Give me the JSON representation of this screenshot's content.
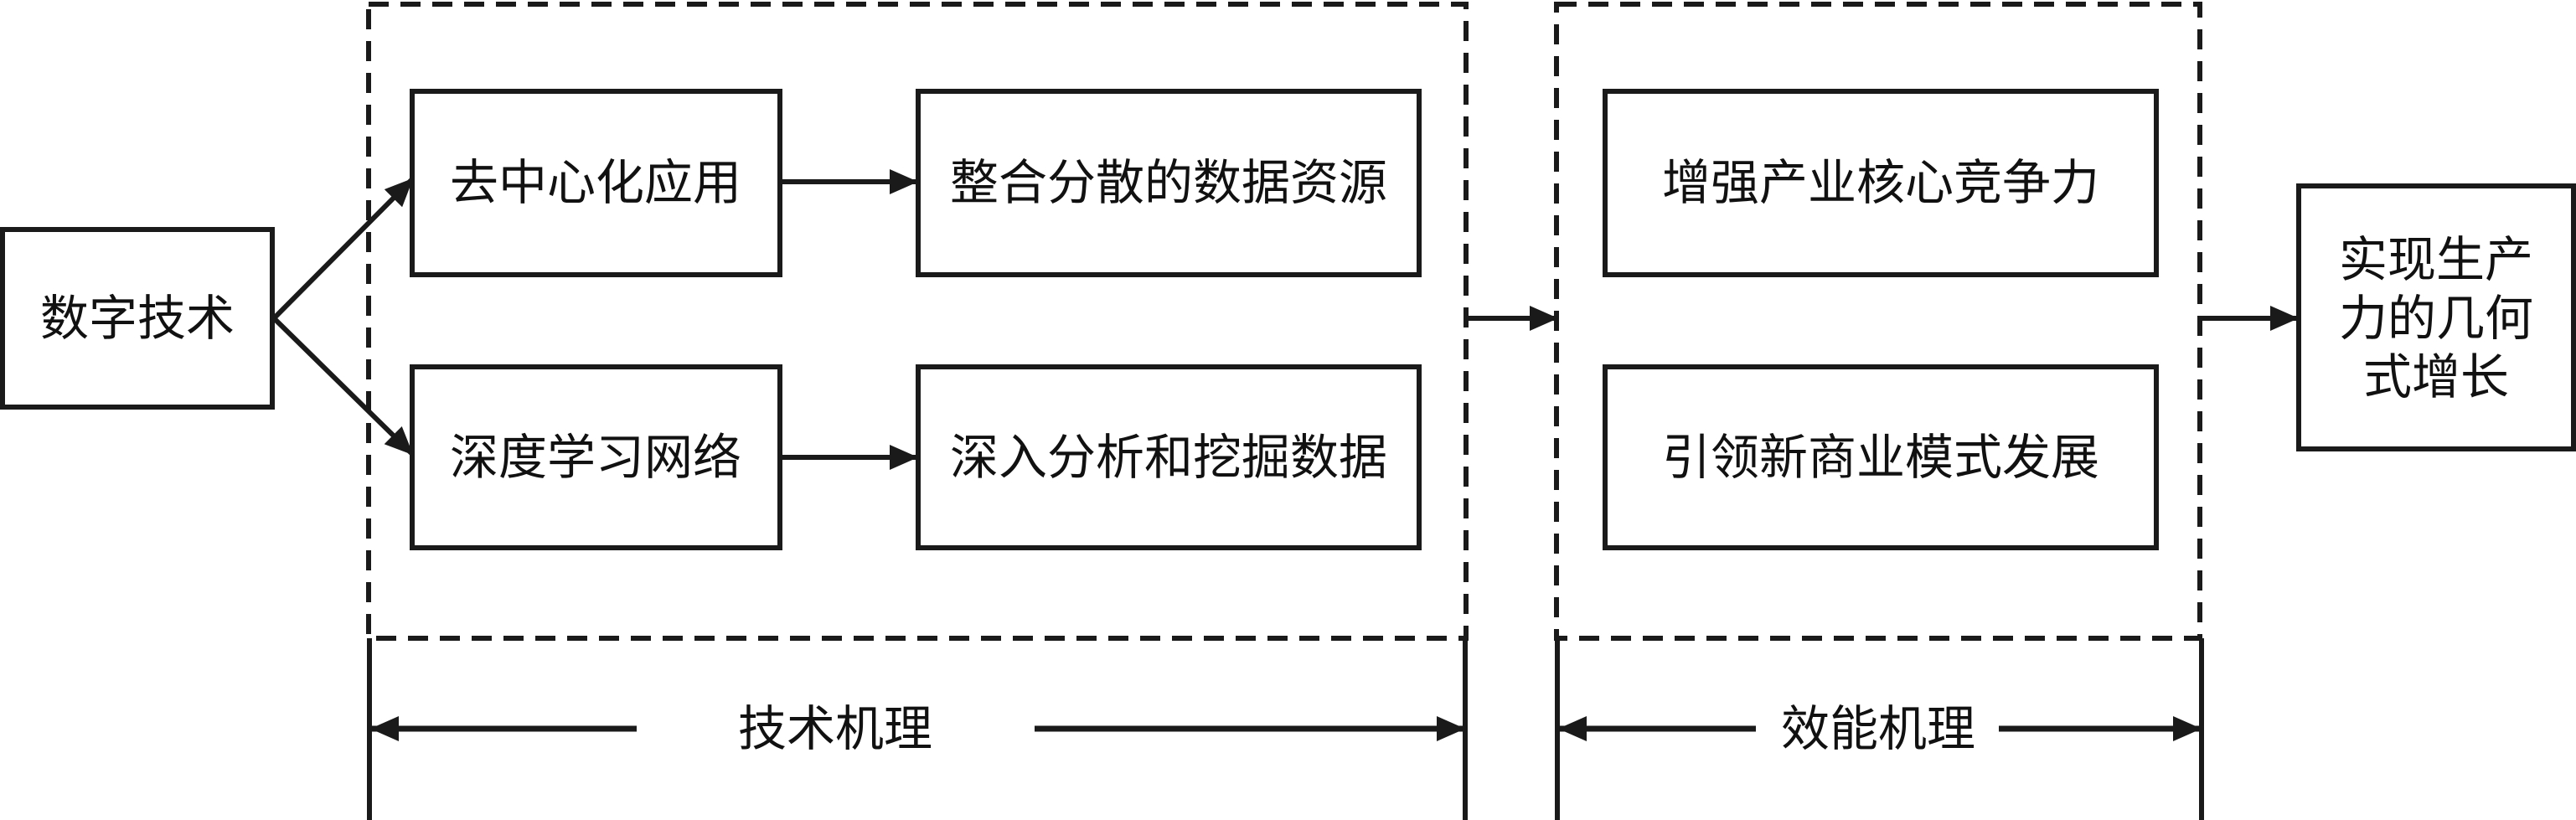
{
  "diagram": {
    "source": {
      "label": "数字技术"
    },
    "tech_group": {
      "label": "技术机理",
      "rows": [
        {
          "from": "去中心化应用",
          "to": "整合分散的数据资源"
        },
        {
          "from": "深度学习网络",
          "to": "深入分析和挖掘数据"
        }
      ]
    },
    "effect_group": {
      "label": "效能机理",
      "items": [
        "增强产业核心竞争力",
        "引领新商业模式发展"
      ]
    },
    "outcome": {
      "lines": [
        "实现生产",
        "力的几何",
        "式增长"
      ]
    }
  },
  "colors": {
    "stroke": "#1a1a1a",
    "background": "#ffffff"
  }
}
